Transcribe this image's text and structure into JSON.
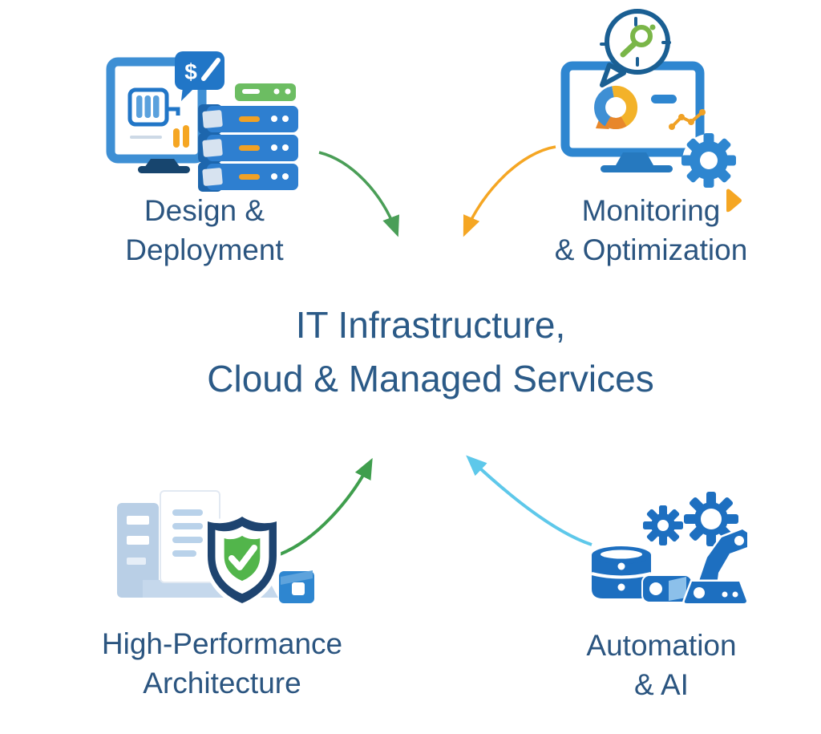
{
  "title": {
    "line1": "IT Infrastructure,",
    "line2": "Cloud & Managed Services"
  },
  "quadrants": {
    "design": {
      "line1": "Design &",
      "line2": "Deployment",
      "terminal_symbol": "$"
    },
    "monitoring": {
      "line1": "Monitoring",
      "line2": "& Optimization"
    },
    "architecture": {
      "line1": "High-Performance",
      "line2": "Architecture"
    },
    "automation": {
      "line1": "Automation",
      "line2": "& AI"
    }
  },
  "arrows": [
    {
      "from": "design-deployment",
      "to": "center",
      "color": "#4a9e57"
    },
    {
      "from": "monitoring-optimization",
      "to": "center",
      "color": "#f5a623"
    },
    {
      "from": "high-performance-architecture",
      "to": "center",
      "color": "#3f9e4d"
    },
    {
      "from": "automation-ai",
      "to": "center",
      "color": "#5ec8ea"
    }
  ],
  "colors": {
    "text": "#2b5580",
    "primary_blue": "#1d6fc0",
    "monitor_blue": "#2e86d0",
    "bright_blue": "#3e8fd4",
    "navy": "#1e4470",
    "light_blue": "#b9cfe6",
    "green": "#52b54b",
    "server_green": "#6cbd62",
    "magnifier_green": "#7ab648",
    "amber": "#f3b229",
    "orange": "#f5a623",
    "orange_dark": "#e8872b",
    "cyan": "#5ec8ea",
    "background": "#ffffff"
  },
  "icons": {
    "design": [
      "monitor-icon",
      "container-icon",
      "terminal-bubble-icon",
      "pause-bars-icon",
      "server-stack-icon"
    ],
    "monitoring": [
      "magnifier-bubble-icon",
      "monitor-icon",
      "donut-chart-icon",
      "trend-line-icon",
      "gear-icon",
      "flag-icon"
    ],
    "architecture": [
      "server-cabinet-icon",
      "document-icon",
      "shield-check-icon",
      "cube-icon"
    ],
    "automation": [
      "gears-icon",
      "database-icon",
      "camera-box-icon",
      "robot-arm-icon"
    ]
  }
}
